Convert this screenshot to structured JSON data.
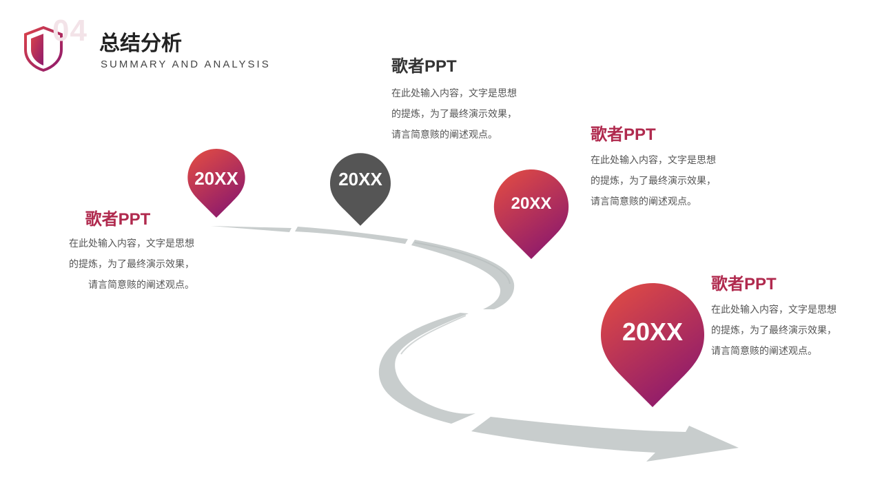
{
  "header": {
    "section_number": "04",
    "title": "总结分析",
    "subtitle": "SUMMARY AND ANALYSIS",
    "icon": "shield-icon"
  },
  "colors": {
    "accent_start": "#d9424a",
    "accent_end": "#8e1a6d",
    "title_accent": "#b02a4e",
    "dark_pin": "#555555",
    "road": "#c8cdcd"
  },
  "milestones": [
    {
      "year": "20XX",
      "pin_style": "gradient",
      "title": "歌者PPT",
      "lines": [
        "在此处输入内容，文字是思想",
        "的提炼，为了最终演示效果，",
        "请言简意赅的阐述观点。"
      ]
    },
    {
      "year": "20XX",
      "pin_style": "dark",
      "title": "歌者PPT",
      "lines": [
        "在此处输入内容，文字是思想",
        "的提炼，为了最终演示效果，",
        "请言简意赅的阐述观点。"
      ]
    },
    {
      "year": "20XX",
      "pin_style": "gradient",
      "title": "歌者PPT",
      "lines": [
        "在此处输入内容，文字是思想",
        "的提炼，为了最终演示效果，",
        "请言简意赅的阐述观点。"
      ]
    },
    {
      "year": "20XX",
      "pin_style": "gradient",
      "title": "歌者PPT",
      "lines": [
        "在此处输入内容，文字是思想",
        "的提炼，为了最终演示效果，",
        "请言简意赅的阐述观点。"
      ]
    }
  ]
}
